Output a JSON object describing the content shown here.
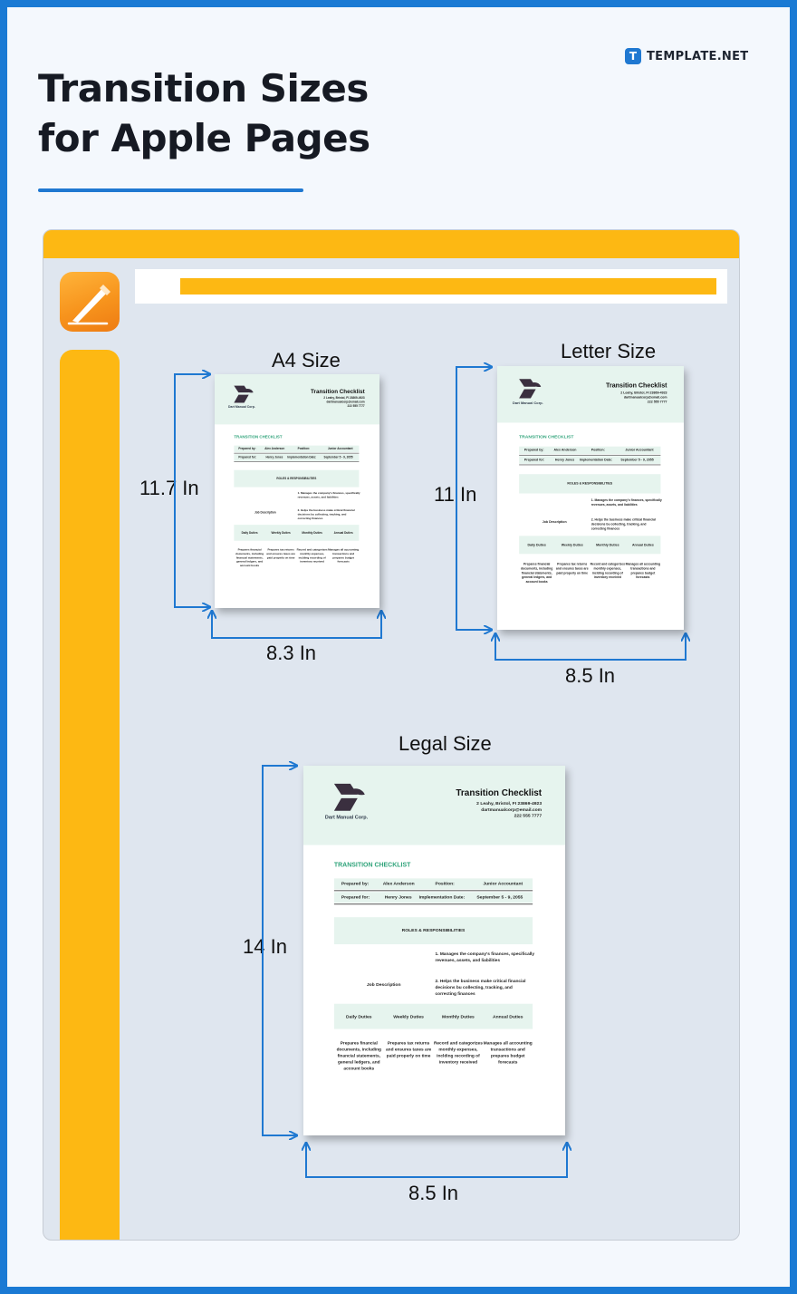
{
  "header": {
    "title_line1": "Transition Sizes",
    "title_line2": "for Apple Pages",
    "brand_name": "TEMPLATE.NET",
    "brand_icon": "template-net-logo-icon"
  },
  "colors": {
    "accent_blue": "#1f78d1",
    "window_yellow": "#fdb813",
    "doc_green": "#e6f4ee",
    "section_green": "#2fa37a"
  },
  "app": {
    "icon": "apple-pages-icon"
  },
  "sizes": [
    {
      "name": "A4 Size",
      "height": "11.7 In",
      "width": "8.3 In"
    },
    {
      "name": "Letter Size",
      "height": "11 In",
      "width": "8.5 In"
    },
    {
      "name": "Legal Size",
      "height": "14 In",
      "width": "8.5 In"
    }
  ],
  "document": {
    "title": "Transition Checklist",
    "company": "Dart Manual Corp.",
    "address_lines": [
      "2 Leahy, Bristol, FI 23869-4923",
      "dartmanualcorp@email.com",
      "222 555 7777"
    ],
    "section_heading": "TRANSITION CHECKLIST",
    "row1": {
      "label1": "Prepared by:",
      "value1": "Alex Anderson",
      "label2": "Position:",
      "value2": "Junior Accountant"
    },
    "row2": {
      "label1": "Prepared for:",
      "value1": "Henry Jones",
      "label2": "Implementation Date:",
      "value2": "September 5 - 9, 2055"
    },
    "roles_heading": "ROLES & RESPONSIBILITIES",
    "job_description_label": "Job Description",
    "responsibility_1": "1. Manages the company's finances, specifically revenues, assets, and liabilities",
    "responsibility_2": "2. Helps the business make critical financial decisions bu collecting, tracking, and correcting finances",
    "duties_headers": [
      "Daily Duties",
      "Weekly Duties",
      "Monthly Duties",
      "Annual Duties"
    ],
    "duties_text": [
      "Prepares financial documents, including financial statements, general ledgers, and account books",
      "Prepares tax returns and ensures taxes are paid properly on time",
      "Record and categorizes monthly expenses, inclding recording of inventory received",
      "Manages all accounting transactions and prepares budget forecasts"
    ]
  }
}
